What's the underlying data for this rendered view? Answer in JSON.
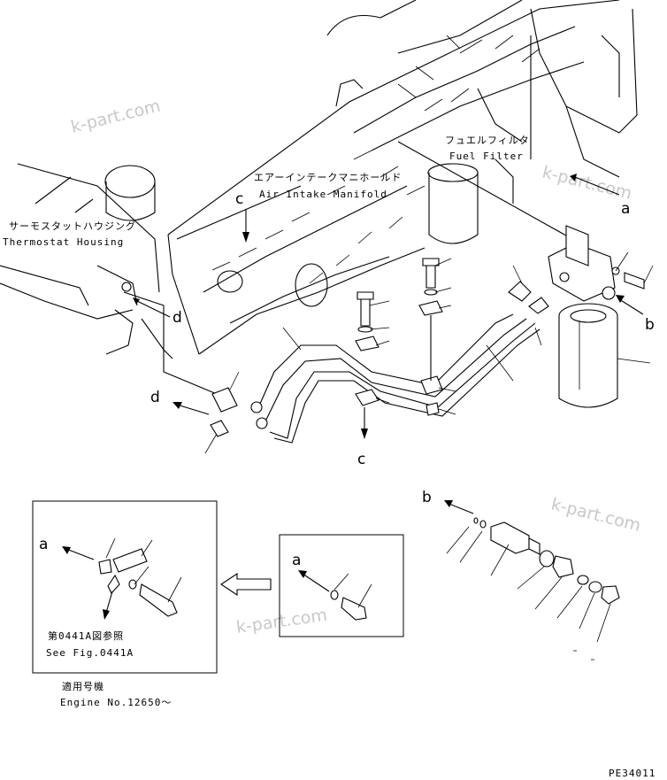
{
  "labels": {
    "fuel_filter_jp": "フュエルフィルタ",
    "fuel_filter_en": "Fuel Filter",
    "air_intake_jp": "エアーインテークマニホールド",
    "air_intake_en": "Air Intake Manifold",
    "thermostat_jp": "サーモスタットハウジング",
    "thermostat_en": "Thermostat Housing",
    "see_fig_jp": "第0441A図参照",
    "see_fig_en": "See Fig.0441A",
    "engine_jp": "適用号機",
    "engine_en": "Engine No.12650～",
    "code": "PE34011"
  },
  "refs": {
    "a": "a",
    "b": "b",
    "c": "c",
    "d": "d"
  },
  "watermark": "k-part.com"
}
